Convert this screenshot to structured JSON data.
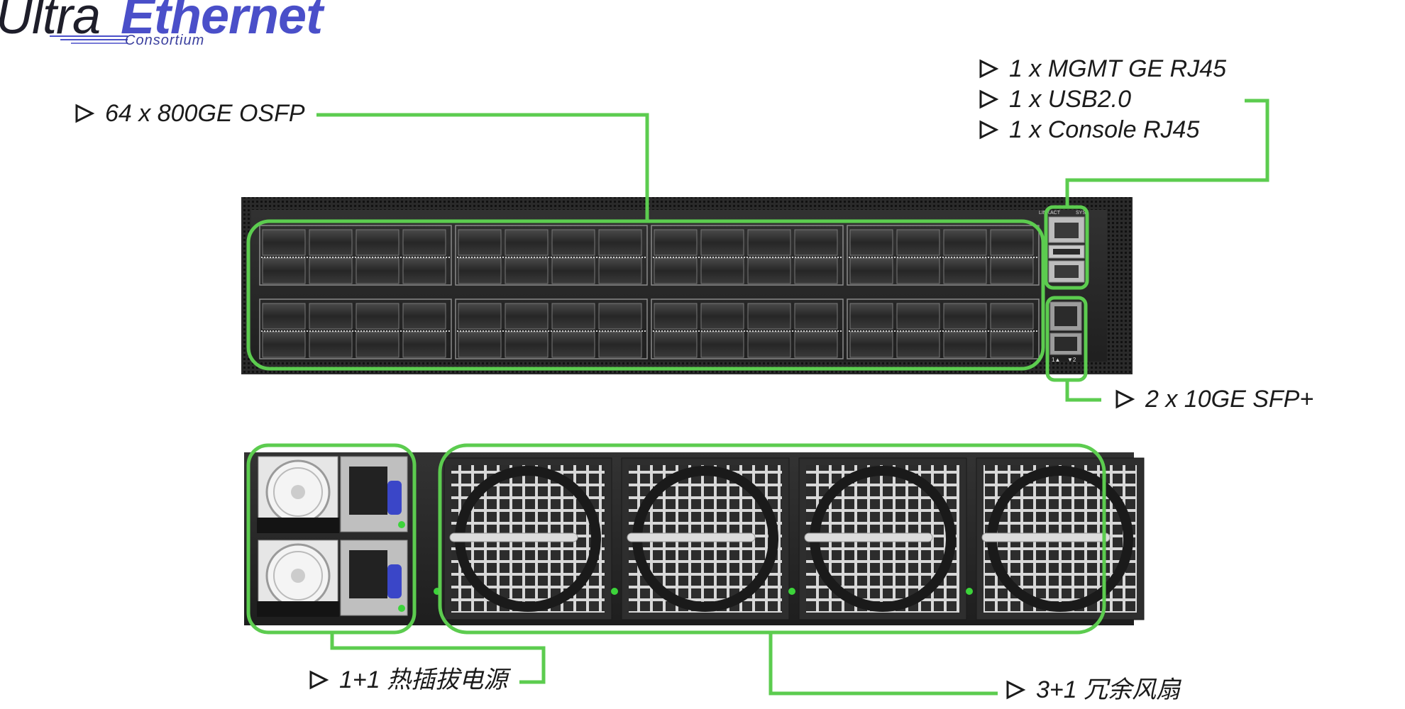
{
  "logo": {
    "word1": "Ultra",
    "word2": "Ethernet",
    "subtitle": "Consortium"
  },
  "callouts": {
    "osfp": "64 x 800GE OSFP",
    "mgmt": "1 x MGMT GE RJ45",
    "usb": "1 x USB2.0",
    "console": "1 x Console RJ45",
    "sfp": "2 x 10GE SFP+",
    "psu": "1+1 热插拔电源",
    "fan": "3+1 冗余风扇"
  },
  "front_panel": {
    "status_labels": [
      "LINK",
      "ACT",
      "SYS"
    ],
    "sfp_labels": [
      "1▲",
      "▼2"
    ]
  },
  "rear_panel": {
    "fan_count": 4,
    "psu_count": 2
  },
  "colors": {
    "highlight": "#5ccc4f",
    "chassis": "#2b2b2b",
    "logo_blue": "#4a4fc9"
  }
}
